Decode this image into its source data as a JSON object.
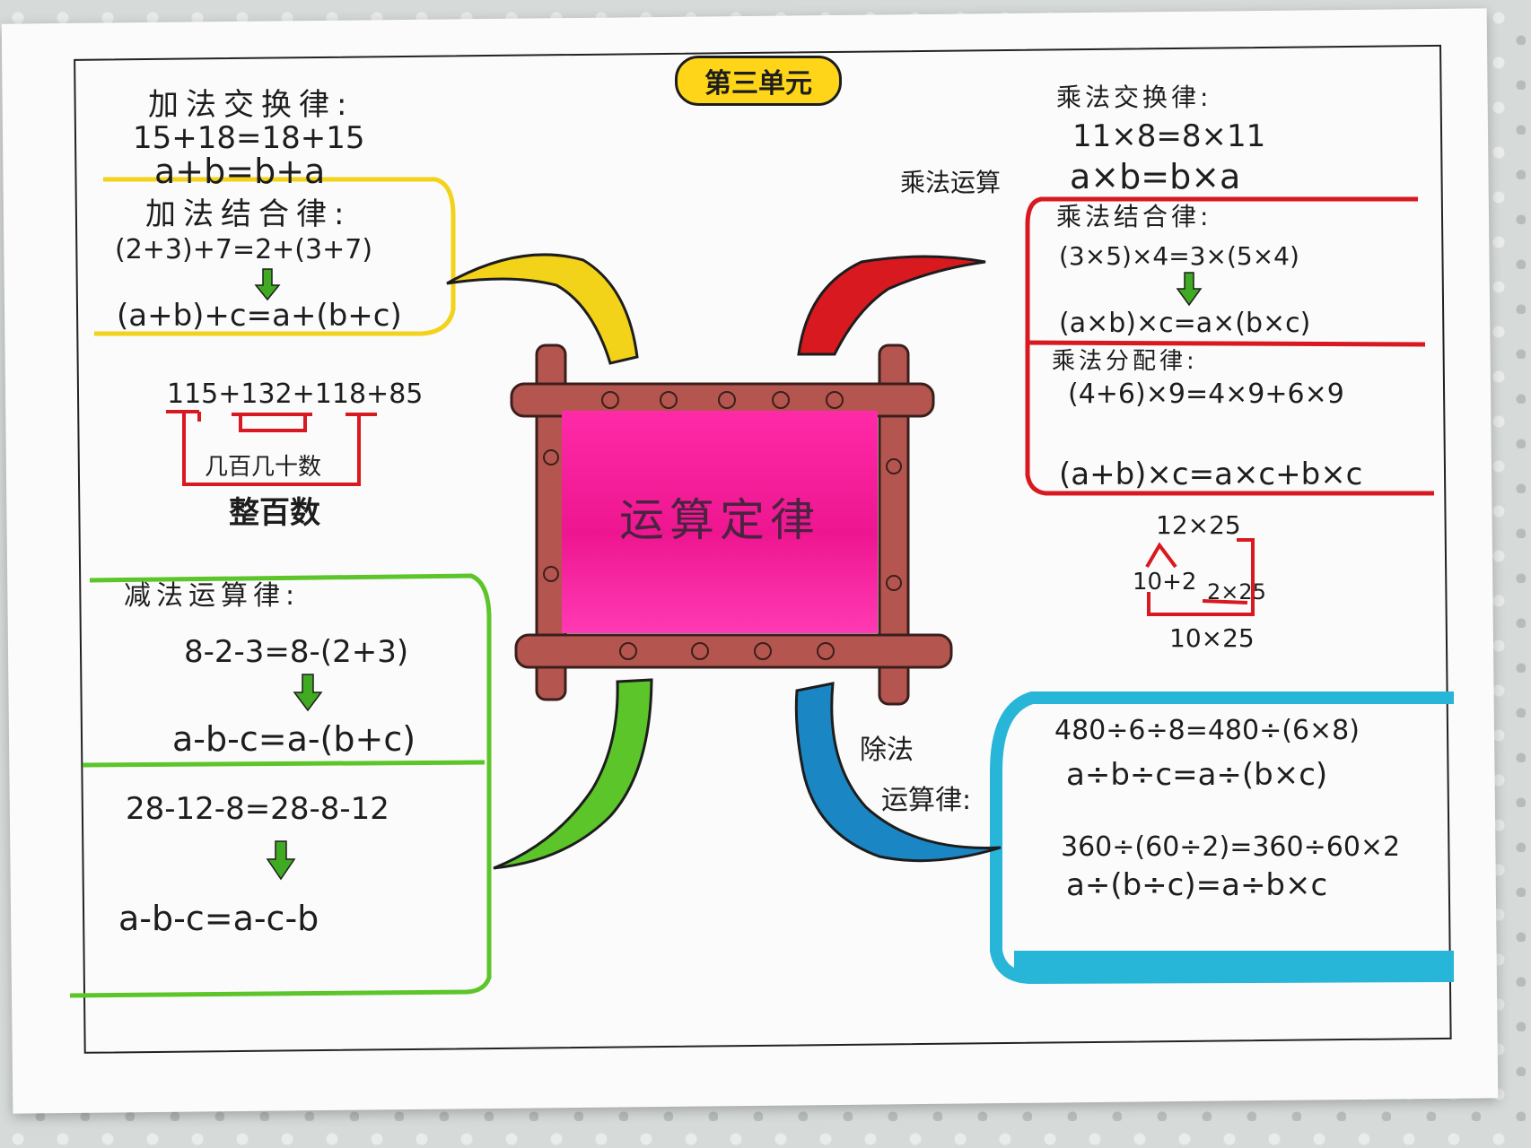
{
  "unit_title": "第三单元",
  "center_title": "运算定律",
  "addition": {
    "commutative_heading": "加法交换律:",
    "commutative_example": "15+18=18+15",
    "commutative_formula": "a+b=b+a",
    "associative_heading": "加法结合律:",
    "associative_example": "(2+3)+7=2+(3+7)",
    "associative_formula": "(a+b)+c=a+(b+c)"
  },
  "rounding": {
    "expression": "115+132+118+85",
    "inner_label": "几百几十数",
    "outer_label": "整百数"
  },
  "subtraction": {
    "heading": "减法运算律:",
    "example1": "8-2-3=8-(2+3)",
    "formula1": "a-b-c=a-(b+c)",
    "example2": "28-12-8=28-8-12",
    "formula2": "a-b-c=a-c-b"
  },
  "multiplication": {
    "branch_label": "乘法运算",
    "commutative_heading": "乘法交换律:",
    "commutative_example": "11×8=8×11",
    "commutative_formula": "a×b=b×a",
    "associative_heading": "乘法结合律:",
    "associative_example": "(3×5)×4=3×(5×4)",
    "associative_formula": "(a×b)×c=a×(b×c)",
    "distributive_heading": "乘法分配律:",
    "distributive_example": "(4+6)×9=4×9+6×9",
    "distributive_formula": "(a+b)×c=a×c+b×c",
    "split_expression": "12×25",
    "split_parts": "10+2",
    "split_side": "2×25",
    "split_result": "10×25"
  },
  "division": {
    "branch_label_line1": "除法",
    "branch_label_line2": "运算律:",
    "example1": "480÷6÷8=480÷(6×8)",
    "formula1": "a÷b÷c=a÷(b×c)",
    "example2": "360÷(60÷2)=360÷60×2",
    "formula2": "a÷(b÷c)=a÷b×c"
  },
  "colors": {
    "addition": "#f3d21a",
    "multiplication": "#d8191f",
    "subtraction": "#5cc52a",
    "division": "#27b5d8",
    "center": "#ee1690",
    "frame_wood": "#b5554f",
    "arrow": "#3faa22"
  }
}
